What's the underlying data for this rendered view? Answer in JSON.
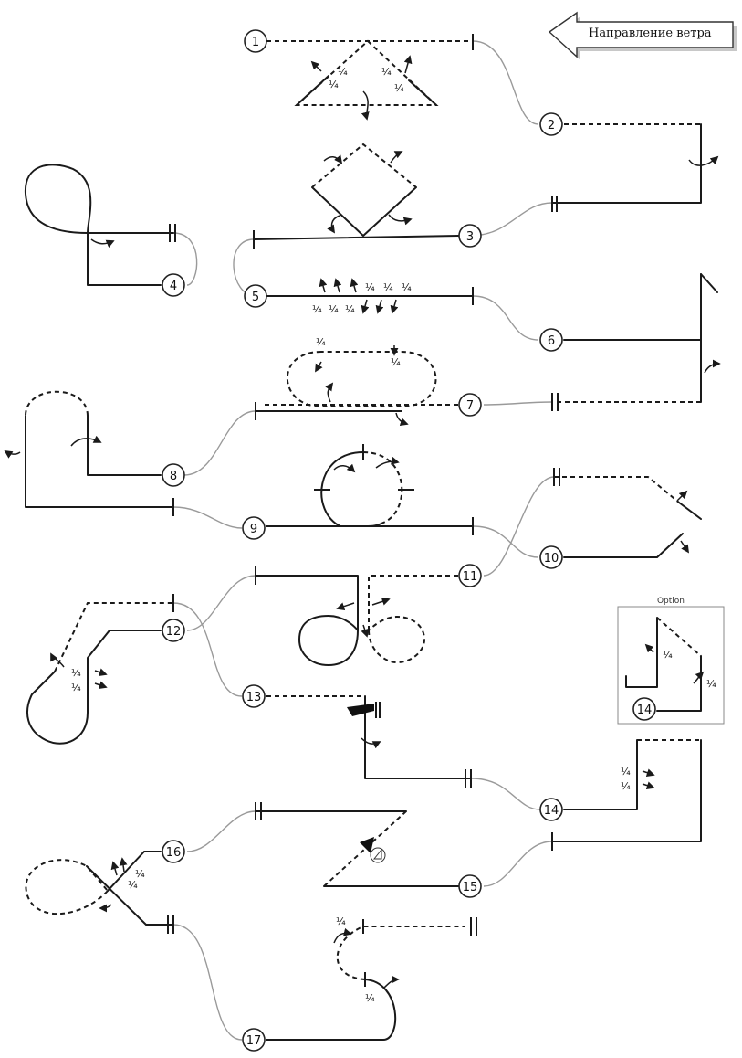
{
  "wind_label": "Направление ветра",
  "option_label": "Option",
  "quarter_mark": "¼",
  "figures": [
    {
      "num": "1"
    },
    {
      "num": "2"
    },
    {
      "num": "3"
    },
    {
      "num": "4"
    },
    {
      "num": "5"
    },
    {
      "num": "6"
    },
    {
      "num": "7"
    },
    {
      "num": "8"
    },
    {
      "num": "9"
    },
    {
      "num": "10"
    },
    {
      "num": "11"
    },
    {
      "num": "12"
    },
    {
      "num": "13"
    },
    {
      "num": "14"
    },
    {
      "num": "15"
    },
    {
      "num": "16"
    },
    {
      "num": "17"
    }
  ],
  "option_figure": "14"
}
